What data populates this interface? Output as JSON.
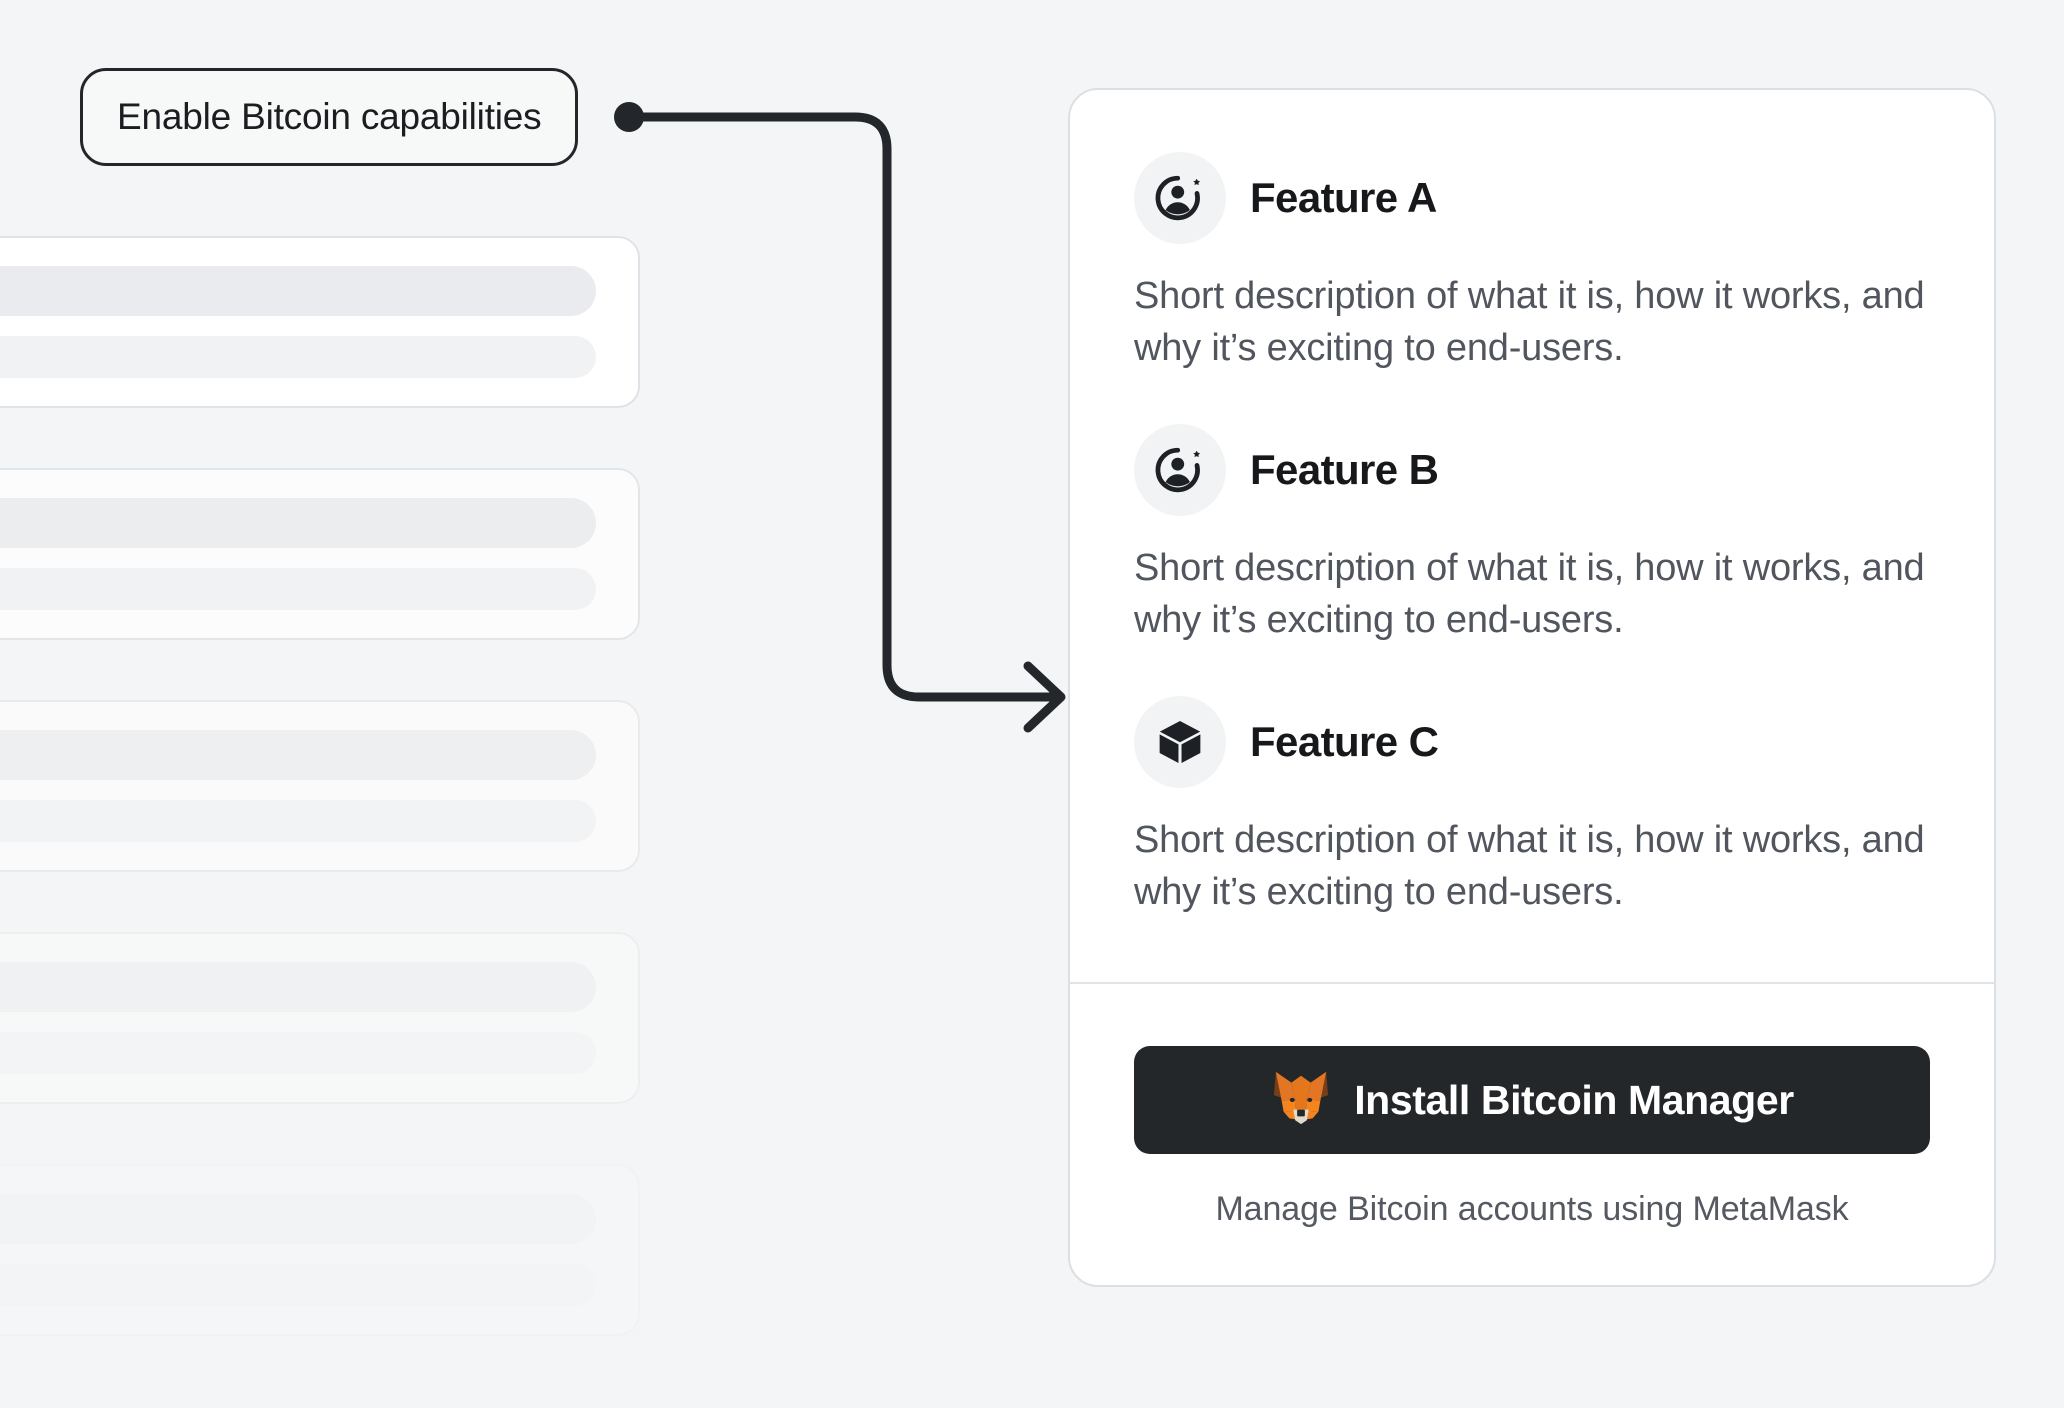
{
  "callout": {
    "label": "Enable Bitcoin capabilities",
    "connector_icon": "arrow-right-icon",
    "dot_icon": "connector-dot-icon"
  },
  "ghost_cards": [
    {
      "name": "skeleton-card-1"
    },
    {
      "name": "skeleton-card-2"
    },
    {
      "name": "skeleton-card-3"
    },
    {
      "name": "skeleton-card-4"
    },
    {
      "name": "skeleton-card-5"
    }
  ],
  "card": {
    "features": [
      {
        "title": "Feature A",
        "description": "Short description of what it is, how it works, and why it’s exciting to end-users.",
        "icon": "add-user-icon"
      },
      {
        "title": "Feature B",
        "description": "Short description of what it is, how it works, and why it’s exciting to end-users.",
        "icon": "add-user-icon"
      },
      {
        "title": "Feature C",
        "description": "Short description of what it is, how it works, and why it’s exciting to end-users.",
        "icon": "cube-icon"
      }
    ],
    "install": {
      "button_label": "Install Bitcoin Manager",
      "button_icon": "metamask-fox-icon",
      "caption": "Manage Bitcoin accounts using MetaMask"
    }
  },
  "colors": {
    "page_background": "#F4F5F6",
    "card_background": "#FFFFFF",
    "card_border": "#DCDFE3",
    "title_text": "#16181B",
    "body_text": "#51565E",
    "icon_chip": "#F1F3F5",
    "install_button": "#24272A",
    "connector_stroke": "#23262A",
    "metamask_orange": "#E88A3C",
    "metamask_dark_orange": "#763E1A"
  }
}
